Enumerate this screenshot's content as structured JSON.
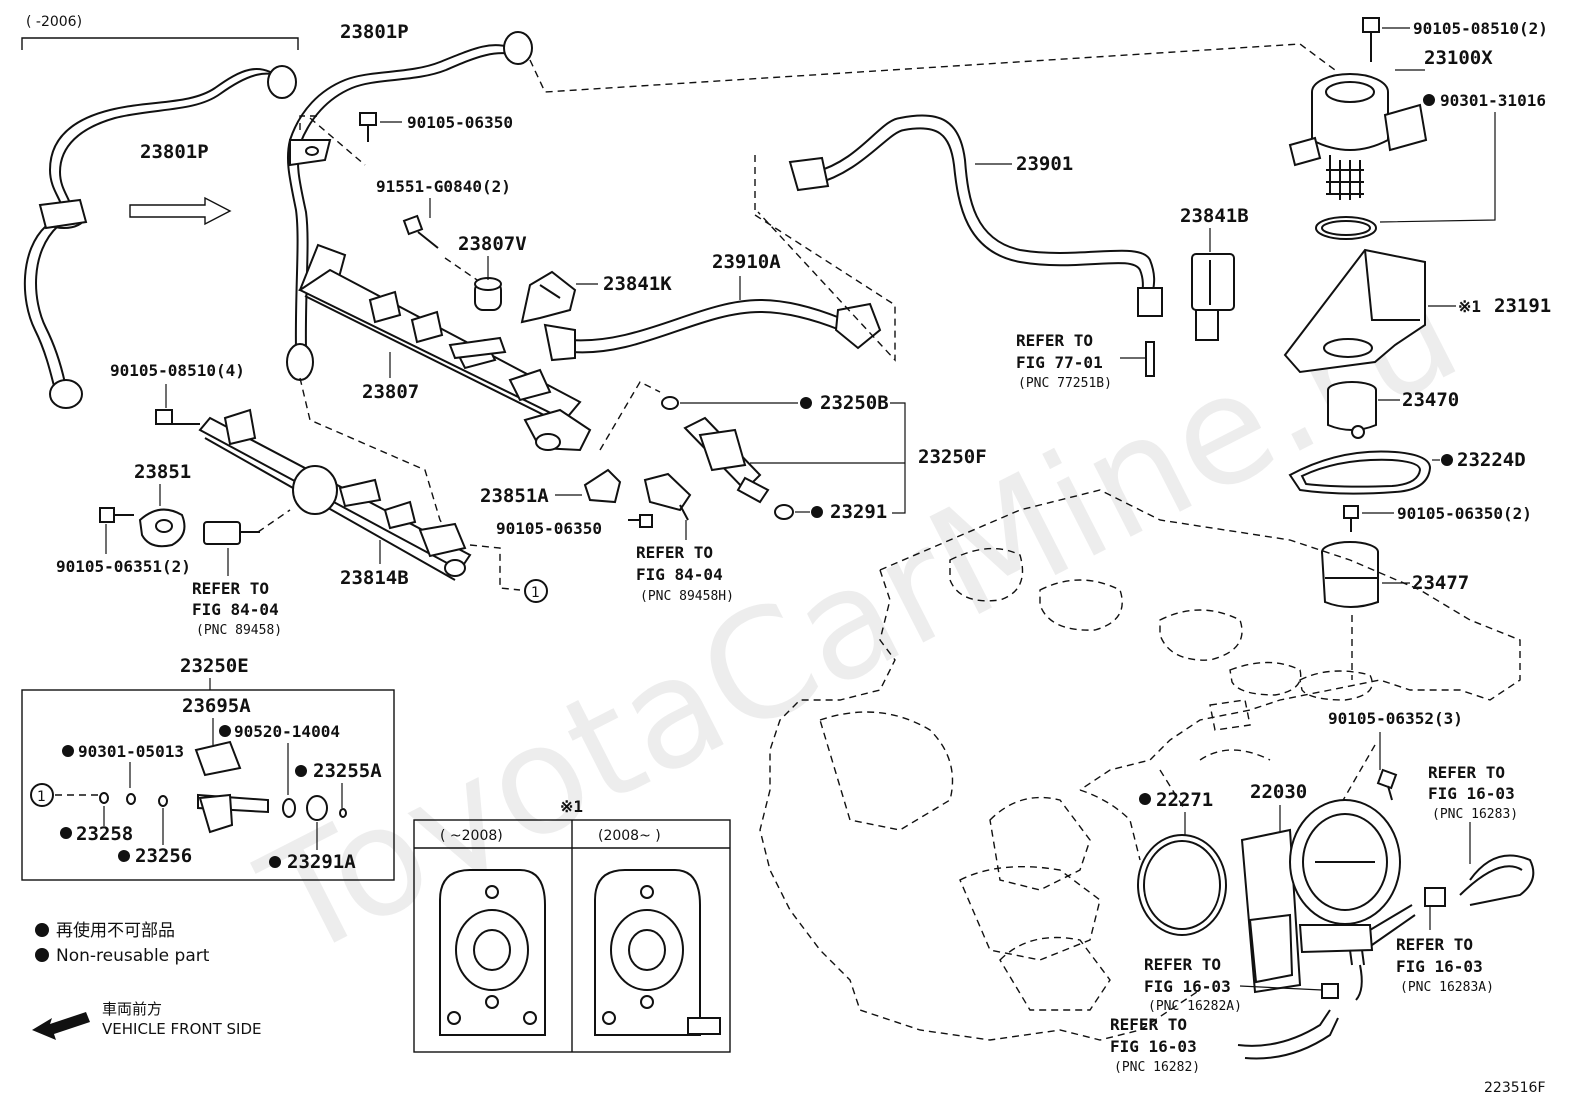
{
  "watermark": "ToyotaCarMine.ru",
  "figure_code": "223516F",
  "date_range_top_left": "(    -2006)",
  "part_labels": {
    "p23801P_top": "23801P",
    "p23801P_left": "23801P",
    "p90105_06350_top": "90105-06350",
    "p91551": "91551-G0840(2)",
    "p23807V": "23807V",
    "p23841K": "23841K",
    "p23910A": "23910A",
    "p23901": "23901",
    "p23841B": "23841B",
    "p23100X": "23100X",
    "p90105_08510_2": "90105-08510(2)",
    "p90301_31016": "90301-31016",
    "p23191": "23191",
    "p23191_mark": "※1",
    "p23470": "23470",
    "p23224D": "23224D",
    "p90105_06350_2": "90105-06350(2)",
    "p23477": "23477",
    "p90105_08510_4": "90105-08510(4)",
    "p23807": "23807",
    "p23851": "23851",
    "p90105_06351": "90105-06351(2)",
    "p23814B": "23814B",
    "p23250B": "23250B",
    "p23250F": "23250F",
    "p23851A": "23851A",
    "p90105_06350_mid": "90105-06350",
    "p23291": "23291",
    "p23250E": "23250E",
    "p23695A": "23695A",
    "p90520_14004": "90520-14004",
    "p90301_05013": "90301-05013",
    "p23255A": "23255A",
    "p23258": "23258",
    "p23256": "23256",
    "p23291A": "23291A",
    "p90105_06352": "90105-06352(3)",
    "p22271": "22271",
    "p22030": "22030",
    "circle_ref": "1"
  },
  "references": {
    "ref_77_01": {
      "l1": "REFER TO",
      "l2": "FIG 77-01",
      "pnc": "(PNC 77251B)"
    },
    "ref_84_04_a": {
      "l1": "REFER TO",
      "l2": "FIG 84-04",
      "pnc": "(PNC 89458)"
    },
    "ref_84_04_b": {
      "l1": "REFER TO",
      "l2": "FIG 84-04",
      "pnc": "(PNC 89458H)"
    },
    "ref_16_03_a": {
      "l1": "REFER TO",
      "l2": "FIG 16-03",
      "pnc": "(PNC 16283)"
    },
    "ref_16_03_b": {
      "l1": "REFER TO",
      "l2": "FIG 16-03",
      "pnc": "(PNC 16283A)"
    },
    "ref_16_03_c": {
      "l1": "REFER TO",
      "l2": "FIG 16-03",
      "pnc": "(PNC 16282A)"
    },
    "ref_16_03_d": {
      "l1": "REFER TO",
      "l2": "FIG 16-03",
      "pnc": "(PNC 16282)"
    }
  },
  "inset": {
    "mark": "※1",
    "left_header": "(      ~2008)",
    "right_header": "(2008~        )"
  },
  "legend": {
    "non_reusable_jp": "再使用不可部品",
    "non_reusable_en": "Non-reusable part",
    "front_jp": "車両前方",
    "front_en": "VEHICLE FRONT SIDE"
  }
}
